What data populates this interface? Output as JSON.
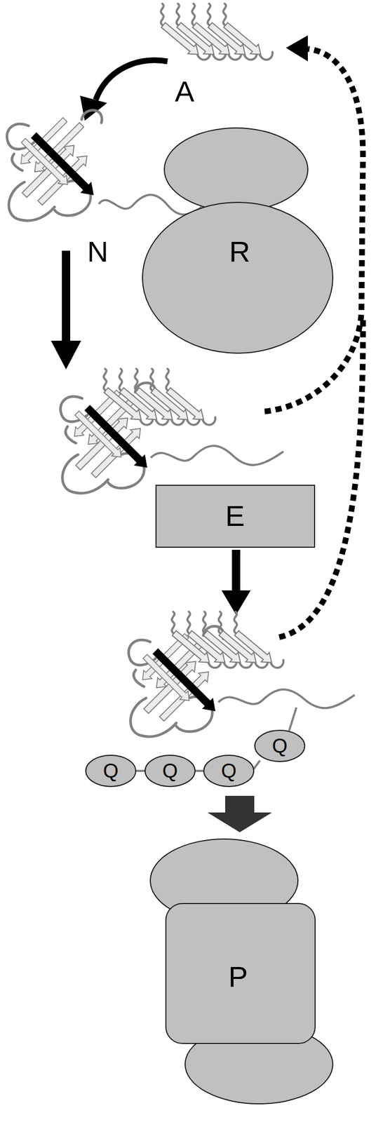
{
  "diagram": {
    "nodes": [
      {
        "text": [
          "R"
        ]
      },
      {
        "text": [
          "E"
        ]
      },
      {
        "text": [
          "Q"
        ]
      },
      {
        "text": [
          "Q"
        ]
      },
      {
        "text": [
          "Q"
        ]
      },
      {
        "text": [
          "Q"
        ]
      },
      {
        "text": [
          "P"
        ]
      }
    ],
    "labels": [
      "A",
      "N"
    ]
  }
}
